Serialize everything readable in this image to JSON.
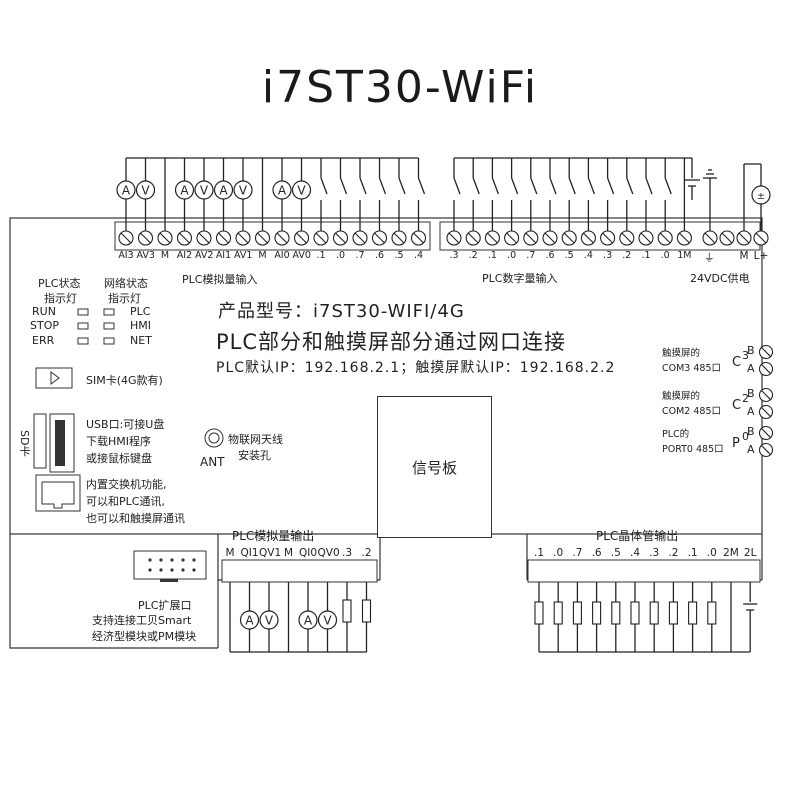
{
  "title": "i7ST30-WiFi",
  "top_left_terminals": [
    "AI3",
    "AV3",
    "M",
    "AI2",
    "AV2",
    "AI1",
    "AV1",
    "M",
    "AI0",
    "AV0"
  ],
  "analog_input_label": "PLC模拟量输入",
  "di_left_terminals": [
    ".1",
    ".0",
    ".7",
    ".6",
    ".5",
    ".4"
  ],
  "di_right_terminals": [
    ".3",
    ".2",
    ".1",
    ".0",
    ".7",
    ".6",
    ".5",
    ".4",
    ".3",
    ".2",
    ".1",
    ".0",
    "1M"
  ],
  "digital_input_label": "PLC数字量输入",
  "power_terminals": [
    "M",
    "L+"
  ],
  "power_label": "24VDC供电",
  "status": {
    "plc_header_1": "PLC状态",
    "plc_header_2": "指示灯",
    "net_header_1": "网络状态",
    "net_header_2": "指示灯",
    "plc_leds": [
      "RUN",
      "STOP",
      "ERR"
    ],
    "net_leds": [
      "PLC",
      "HMI",
      "NET"
    ]
  },
  "model_line": "产品型号：i7ST30-WIFI/4G",
  "subtitle": "PLC部分和触摸屏部分通过网口连接",
  "ip_line": "PLC默认IP：192.168.2.1；触摸屏默认IP：192.168.2.2",
  "sim_label": "SIM卡(4G款有)",
  "sd_label": "SD卡",
  "usb": [
    "USB口:可接U盘",
    "下载HMI程序",
    "或接鼠标键盘"
  ],
  "ethernet": [
    "内置交换机功能,",
    "可以和PLC通讯,",
    "也可以和触摸屏通讯"
  ],
  "antenna": [
    "物联网天线",
    "安装孔"
  ],
  "ant_label": "ANT",
  "signal_board": "信号板",
  "rs485": [
    {
      "line1": "触摸屏的",
      "line2": "COM3 485口",
      "num": "3"
    },
    {
      "line1": "触摸屏的",
      "line2": "COM2 485口",
      "num": "2"
    },
    {
      "line1": "PLC的",
      "line2": "PORT0 485口",
      "num": "0"
    }
  ],
  "rs485_prefix": [
    "C",
    "C",
    "P"
  ],
  "rs485_pins": [
    "B",
    "A"
  ],
  "analog_output_label": "PLC模拟量输出",
  "analog_output_terminals": [
    "M",
    "QI1",
    "QV1",
    "M",
    "QI0",
    "QV0",
    ".3",
    ".2"
  ],
  "transistor_label": "PLC晶体管输出",
  "transistor_terminals": [
    ".1",
    ".0",
    ".7",
    ".6",
    ".5",
    ".4",
    ".3",
    ".2",
    ".1",
    ".0",
    "2M",
    "2L"
  ],
  "expansion": [
    "PLC扩展口",
    "支持连接工贝Smart",
    "经济型模块或PM模块"
  ],
  "meter_a": "A",
  "meter_v": "V",
  "plus_sign": "±"
}
